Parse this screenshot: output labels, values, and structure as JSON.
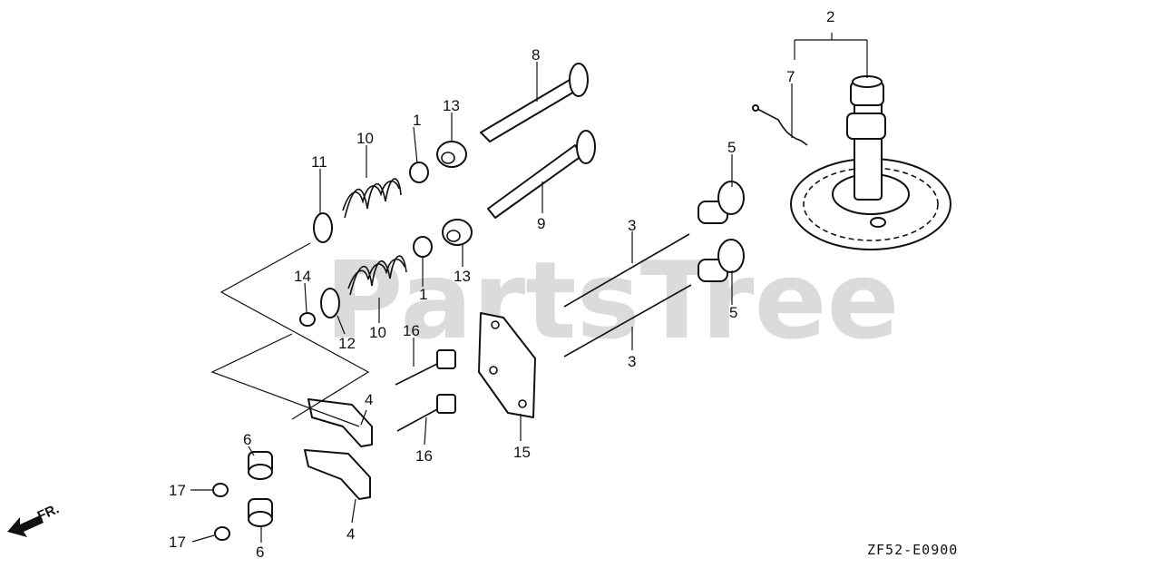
{
  "watermark": "PartsTree",
  "diagram_code": "ZF52-E0900",
  "direction_label": "FR.",
  "callouts": [
    "1",
    "1",
    "2",
    "3",
    "3",
    "4",
    "4",
    "5",
    "5",
    "6",
    "6",
    "7",
    "8",
    "9",
    "10",
    "10",
    "11",
    "12",
    "13",
    "13",
    "14",
    "15",
    "16",
    "16",
    "17",
    "17"
  ],
  "colors": {
    "ink": "#111111",
    "background": "#ffffff",
    "watermark": "#cfcfcf"
  }
}
